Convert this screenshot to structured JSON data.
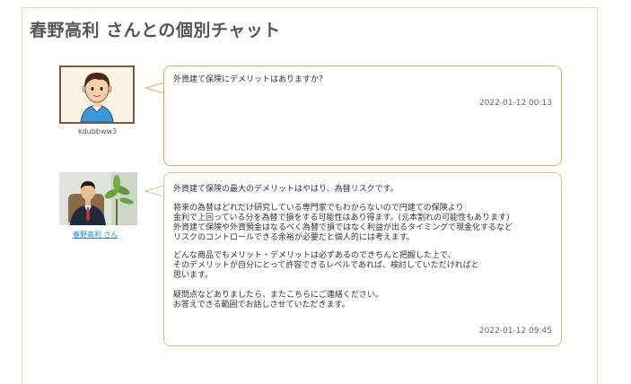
{
  "page": {
    "title": "春野高利 さんとの個別チャット"
  },
  "messages": [
    {
      "sender": "kdubbww3",
      "text": "外資建て保険にデメリットはありますか？",
      "timestamp": "2022-01-12 00:13"
    },
    {
      "sender": "春野高利 さん",
      "paragraphs": [
        "外資建て保険の最大のデメリットはやはり、為替リスクです。",
        "将来の為替はどれだけ研究している専門家でもわからないので円建ての保険より\n金利で上回っている分を為替で損をする可能性はあり得ます。(元本割れの可能性もあります)\n外資建て保険や外貨預金はなるべく為替で損ではなく利益が出るタイミングで現金化するなど\nリスクのコントロールできる余裕が必要だと個人的には考えます。",
        "どんな商品でもメリット・デメリットは必ずあるのできちんと把握した上で、\nそのデメリットが自分にとって許容できるレベルであれば、検討していただければと\n思います。",
        "疑問点などありましたら、またこちらにご連絡ください。\nお答えできる範囲でお話しさせていただきます。"
      ],
      "timestamp": "2022-01-12 09:45"
    }
  ],
  "colors": {
    "user_bubble_border": "#f0a65a",
    "advisor_bubble_border": "#b7d48a",
    "frame_border": "#f1cfa8",
    "link": "#1a8fd6"
  }
}
